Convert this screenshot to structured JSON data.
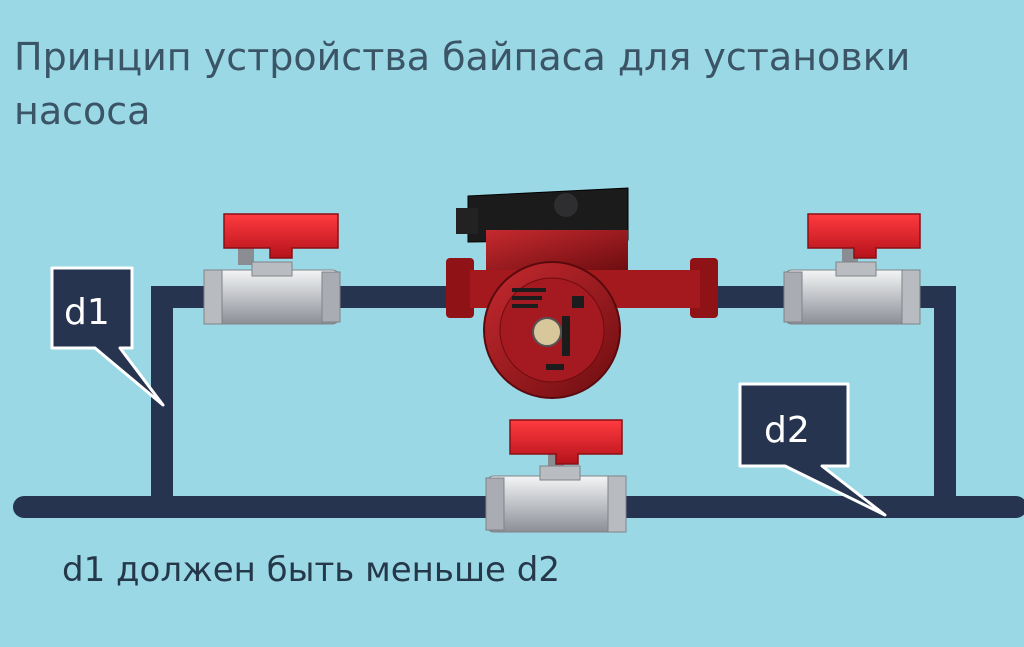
{
  "title": "Принцип устройства байпаса для установки насоса",
  "caption": "d1 должен быть меньше d2",
  "labels": {
    "d1": "d1",
    "d2": "d2"
  },
  "colors": {
    "background": "#9ad8e6",
    "pipe": "#26344f",
    "valve_handle": "#e01f2a",
    "pump_body": "#8f1216",
    "valve_body": "#c9ccd0"
  }
}
